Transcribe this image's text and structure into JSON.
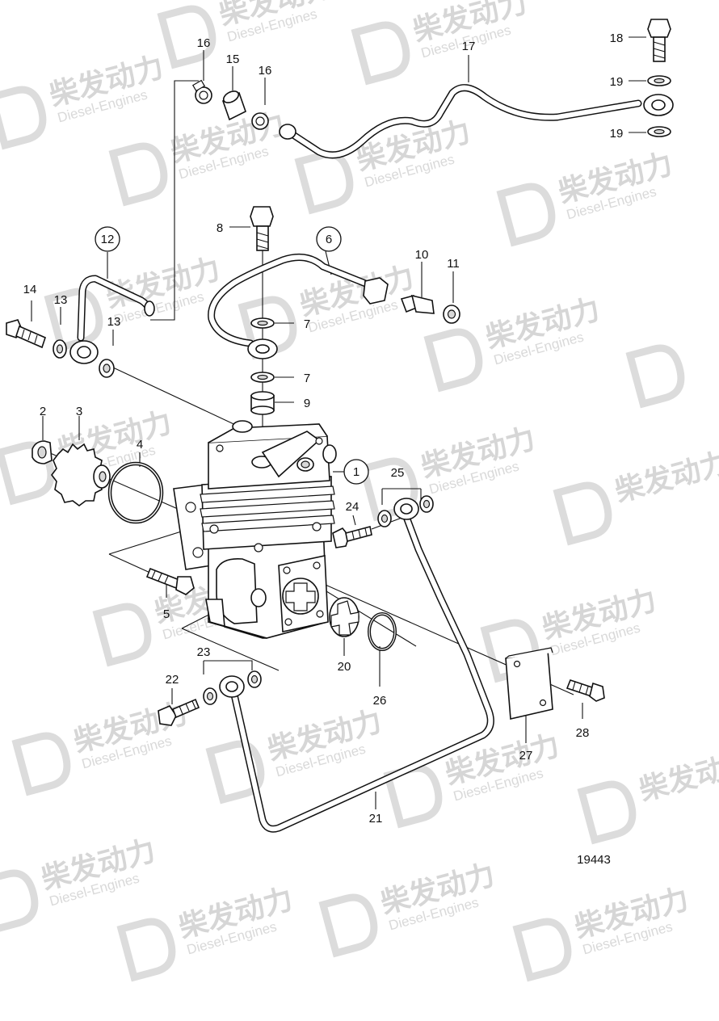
{
  "watermark": {
    "brand_cn": "柴发动力",
    "brand_en": "Diesel-Engines"
  },
  "drawing_number": "19443",
  "callouts": {
    "c1": "1",
    "c2": "2",
    "c3": "3",
    "c4": "4",
    "c5": "5",
    "c6": "6",
    "c7a": "7",
    "c7b": "7",
    "c8": "8",
    "c9": "9",
    "c10": "10",
    "c11": "11",
    "c12": "12",
    "c13a": "13",
    "c13b": "13",
    "c14": "14",
    "c15": "15",
    "c16a": "16",
    "c16b": "16",
    "c17": "17",
    "c18": "18",
    "c19a": "19",
    "c19b": "19",
    "c20": "20",
    "c21": "21",
    "c22": "22",
    "c23": "23",
    "c24": "24",
    "c25": "25",
    "c26": "26",
    "c27": "27",
    "c28": "28"
  }
}
